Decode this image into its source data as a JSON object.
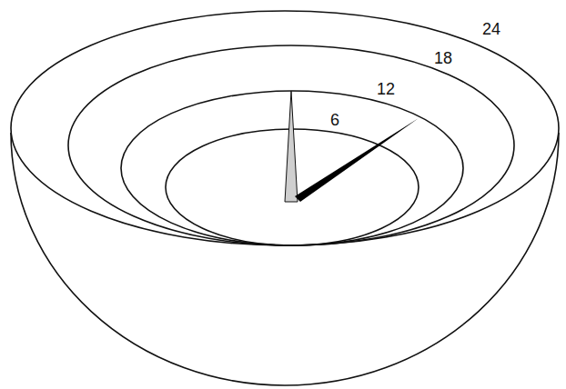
{
  "diagram": {
    "labels": [
      "6",
      "12",
      "18",
      "24"
    ]
  }
}
